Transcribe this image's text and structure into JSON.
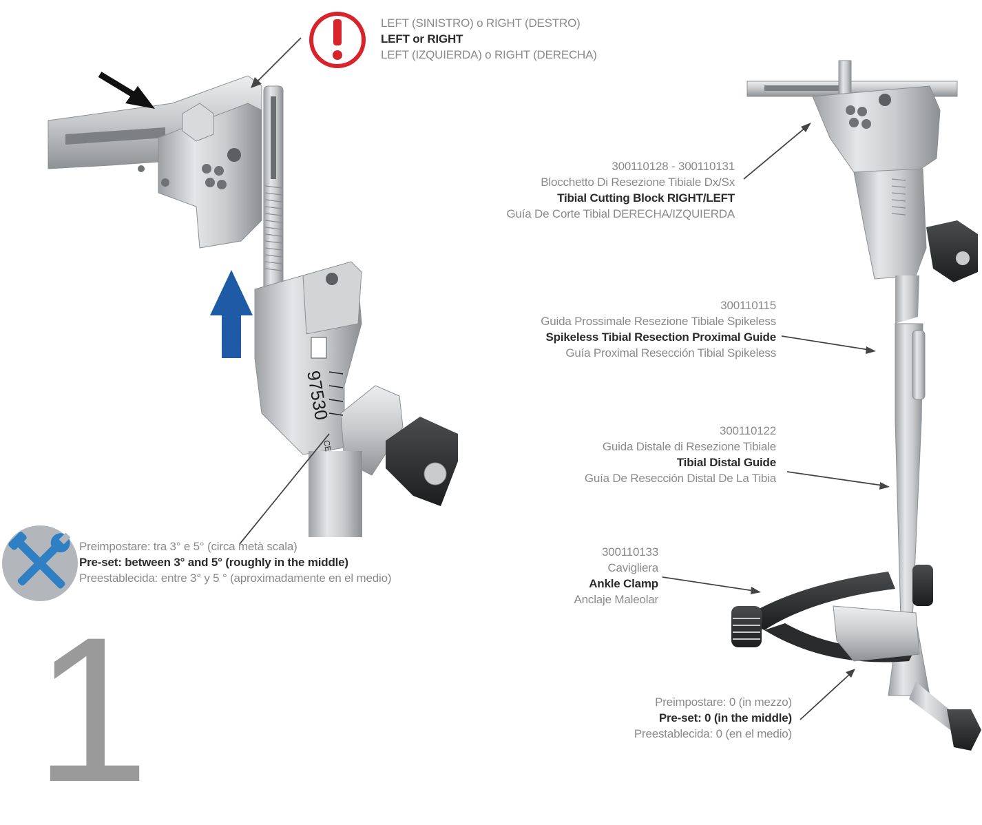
{
  "step_number": "1",
  "warning_note": {
    "line_it": "LEFT (SINISTRO) o RIGHT (DESTRO)",
    "line_en": "LEFT or RIGHT",
    "line_es": "LEFT (IZQUIERDA) o RIGHT (DERECHA)"
  },
  "preset_note": {
    "line_it": "Preimpostare: tra 3° e 5° (circa metà scala)",
    "line_en": "Pre-set: between 3° and 5° (roughly in the middle)",
    "line_es": "Preestablecida: entre 3° y 5 ° (aproximadamente en el medio)"
  },
  "part_labels": [
    {
      "code": "300110128 - 300110131",
      "it": "Blocchetto Di Resezione Tibiale Dx/Sx",
      "en": "Tibial Cutting Block RIGHT/LEFT",
      "es": "Guía De Corte Tibial DERECHA/IZQUIERDA"
    },
    {
      "code": "300110115",
      "it": "Guida Prossimale Resezione Tibiale Spikeless",
      "en": "Spikeless Tibial Resection Proximal Guide",
      "es": "Guía Proximal Resección Tibial Spikeless"
    },
    {
      "code": "300110122",
      "it": "Guida Distale di Resezione Tibiale",
      "en": "Tibial Distal Guide",
      "es": "Guía De Resección Distal De La Tibia"
    },
    {
      "code": "300110133",
      "it": "Cavigliera",
      "en": "Ankle Clamp",
      "es": "Anclaje Maleolar"
    }
  ],
  "ankle_preset_note": {
    "line_it": "Preimpostare: 0 (in mezzo)",
    "line_en": "Pre-set: 0 (in the middle)",
    "line_es": "Preestablecida: 0 (en el medio)"
  },
  "device_markings": {
    "scale_number": "97530",
    "ce_mark": "CE"
  },
  "colors": {
    "warning_red": "#d8232a",
    "arrow_blue": "#1f5aa6",
    "tool_icon_bg": "#b3b6ba",
    "tool_icon_blue": "#2f7fc4",
    "metal": "#c9cbcd",
    "dark_text": "#2b2b2b",
    "gray_text": "#8a8a8a"
  }
}
